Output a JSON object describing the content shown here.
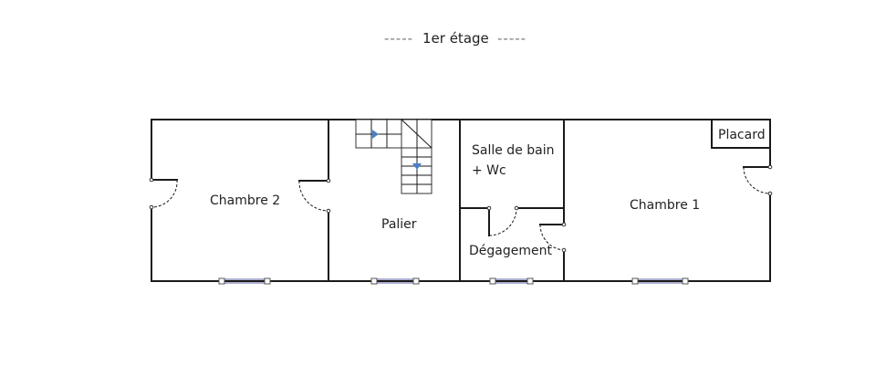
{
  "header": {
    "dashes": "-----",
    "title": "1er étage"
  },
  "rooms": {
    "chambre2": "Chambre 2",
    "palier": "Palier",
    "salle_bain_line1": "Salle de bain",
    "salle_bain_line2": "+ Wc",
    "degagement": "Dégagement",
    "chambre1": "Chambre 1",
    "placard": "Placard"
  },
  "colors": {
    "wall": "#1a1a1a",
    "window": "#5a5fa0",
    "stair_arrow": "#4a7fc8"
  }
}
